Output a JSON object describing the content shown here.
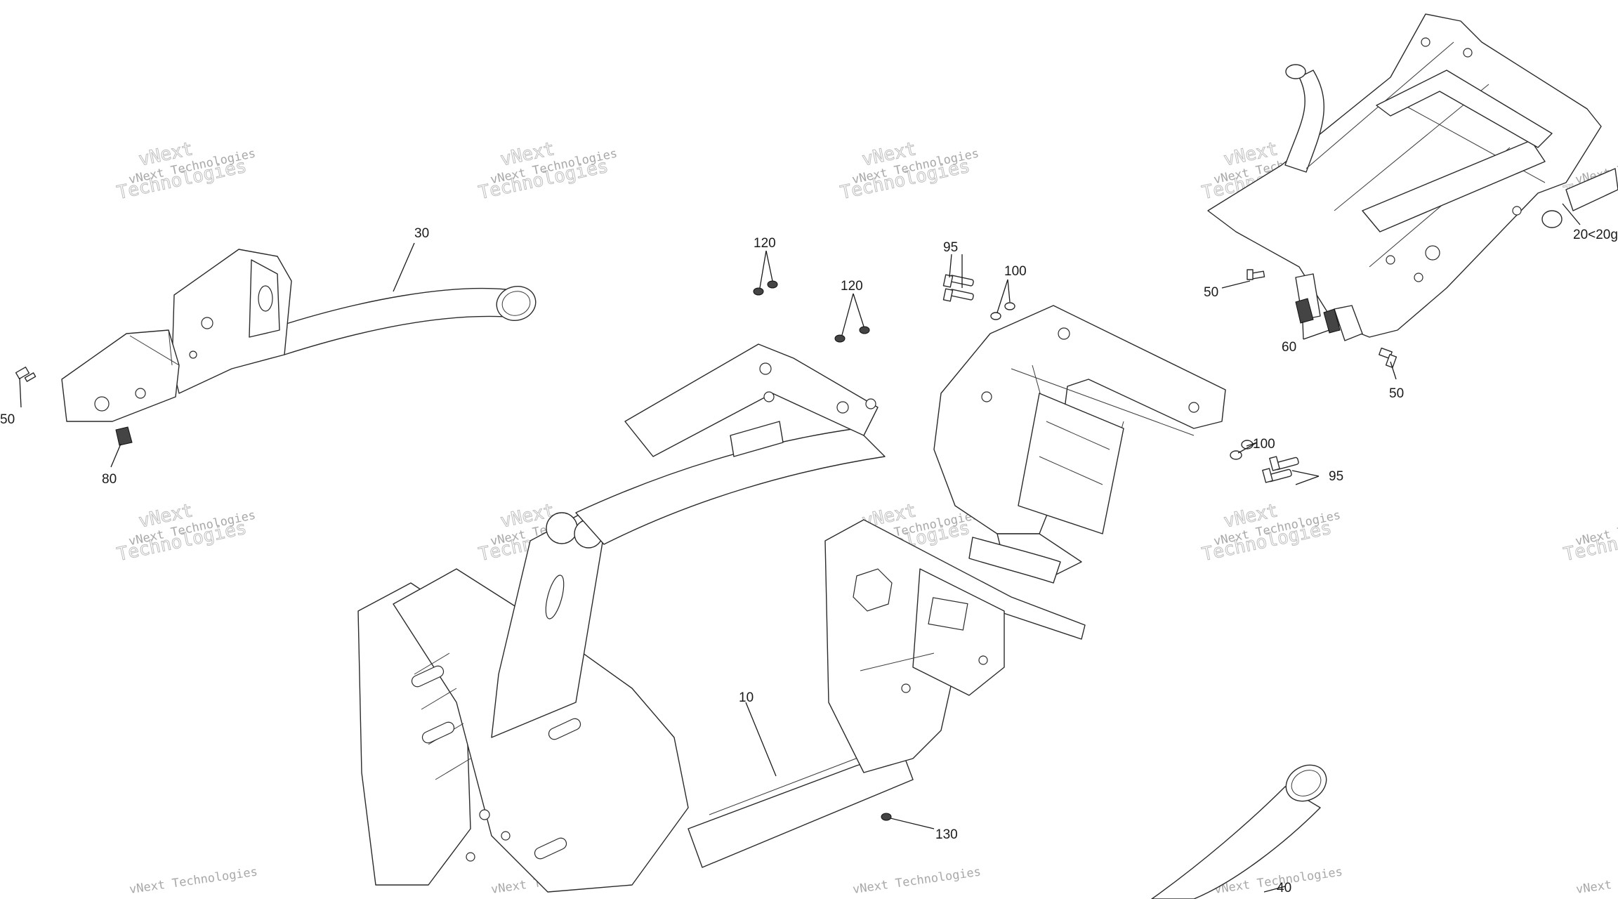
{
  "watermark": {
    "line1": "vNext Technologies",
    "line2": "vNext",
    "line3": "Technologies"
  },
  "callouts": {
    "c30": "30",
    "c50_left": "50",
    "c80": "80",
    "c120_a": "120",
    "c120_b": "120",
    "c95_top": "95",
    "c100_top": "100",
    "c10": "10",
    "c130": "130",
    "c40": "40",
    "c50_right_a": "50",
    "c60": "60",
    "c50_right_b": "50",
    "c100_right": "100",
    "c95_right": "95",
    "c20": "20<20g"
  }
}
